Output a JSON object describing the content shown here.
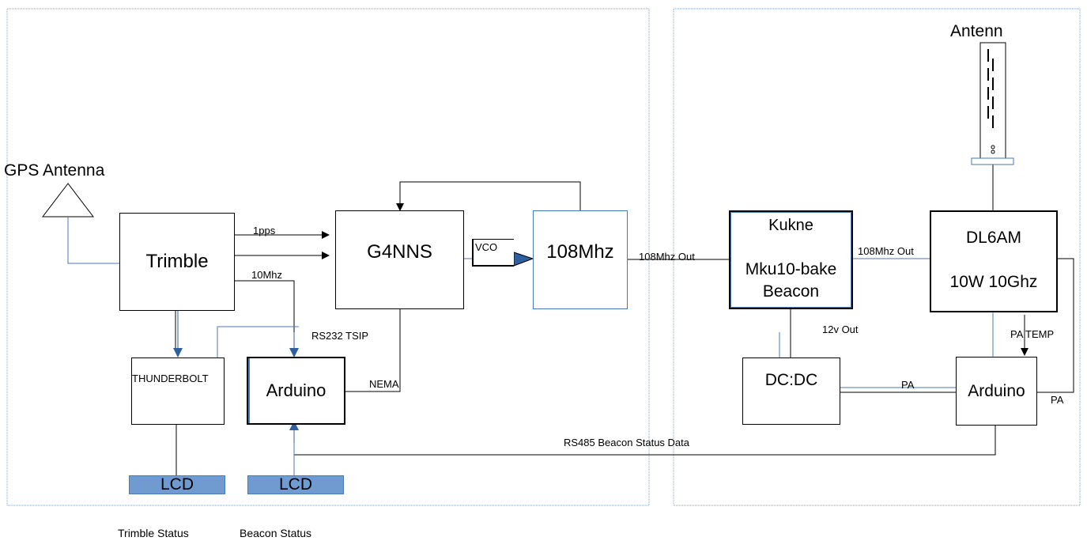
{
  "labels": {
    "gps_antenna": "GPS Antenna",
    "trimble": "Trimble",
    "g4nns": "G4NNS",
    "vco": "VCO",
    "osc_108": "108Mhz",
    "thunderbolt": "THUNDERBOLT",
    "arduino_left": "Arduino",
    "lcd_left": "LCD",
    "lcd_right": "LCD",
    "pps": "1pps",
    "mhz10": "10Mhz",
    "rs232": "RS232 TSIP",
    "nema": "NEMA",
    "out_108_a": "108Mhz Out",
    "out_108_b": "108Mhz Out",
    "kukne_l1": "Kukne",
    "kukne_l2": "Mku10-bake",
    "kukne_l3": "Beacon",
    "dl6am_l1": "DL6AM",
    "dl6am_l2": "10W 10Ghz",
    "antenn": "Antenn",
    "v12_out": "12v Out",
    "pa_temp": "PA TEMP",
    "dcdc": "DC:DC",
    "pa_mid": "PA",
    "arduino_right": "Arduino",
    "pa_right": "PA",
    "rs485": "RS485 Beacon Status Data",
    "trimble_status": "Trimble Status",
    "beacon_status": "Beacon Status"
  },
  "colors": {
    "line": "#000000",
    "blue_line": "#4a7ab5",
    "lcd_fill": "#6f9bd1",
    "panel_border": "#7fa3cf"
  }
}
